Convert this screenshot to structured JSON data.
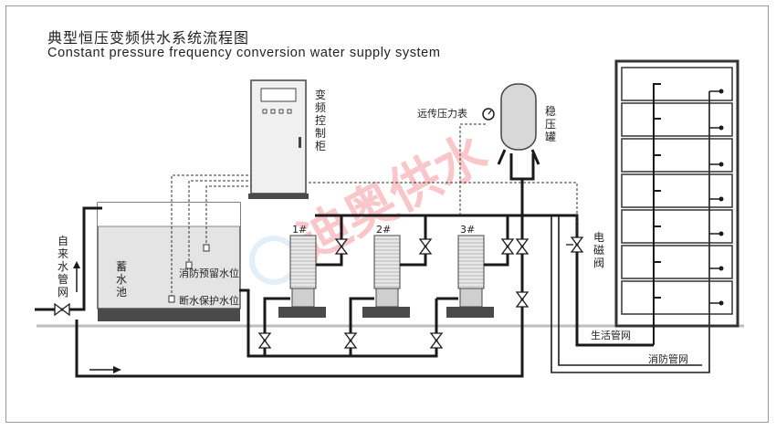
{
  "title_cn": "典型恒压变频供水系统流程图",
  "title_en": "Constant pressure frequency conversion water supply system",
  "labels": {
    "control_cabinet": "变频控制柜",
    "pressure_tank": "稳压罐",
    "remote_gauge": "远传压力表",
    "reservoir": "蓄水池",
    "fire_reserve_level": "消防预留水位",
    "cutoff_level": "断水保护水位",
    "city_water": "自来水管网",
    "solenoid_valve": "电磁阀",
    "domestic_pipe": "生活管网",
    "fire_pipe": "消防管网",
    "watermark": "迪奥供水"
  },
  "pumps": [
    {
      "label": "1#"
    },
    {
      "label": "2#"
    },
    {
      "label": "3#"
    }
  ],
  "building": {
    "floors": 7
  },
  "colors": {
    "pipe": "#1a1a1a",
    "ground": "#bdbdbd",
    "tank_water": "#e4e4e4",
    "base": "#4a4a4a",
    "watermark": "#e60012"
  }
}
